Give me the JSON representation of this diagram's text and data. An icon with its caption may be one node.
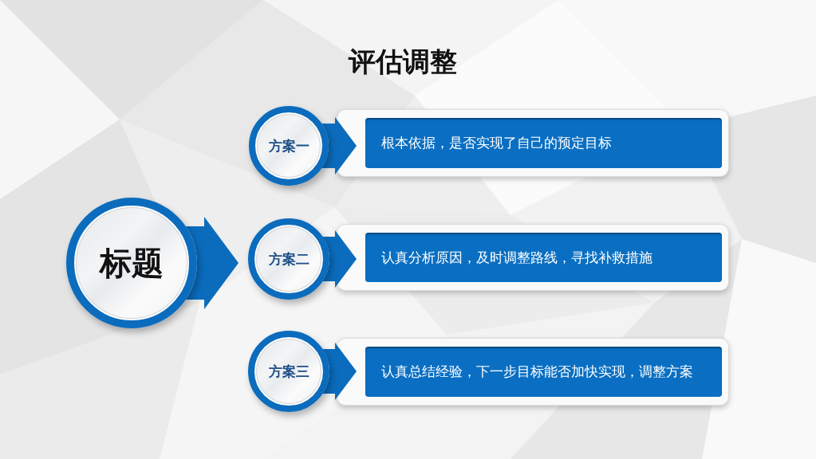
{
  "diagram": {
    "title": "评估调整",
    "nodes": [
      {
        "text": [
          "标题"
        ]
      },
      {
        "text": [
          "方案一"
        ]
      },
      {
        "text": [
          "根本依据，是否实现了自己的预定目标"
        ]
      },
      {
        "text": [
          "方案二"
        ]
      },
      {
        "text": [
          "认真分析原因，及时调整路线，寻找补救措施"
        ]
      },
      {
        "text": [
          "方案三"
        ]
      },
      {
        "text": [
          "认真总结经验，下一步目标能否加快实现，调整方案"
        ]
      }
    ],
    "edges": [
      {
        "from": 0,
        "to": 3,
        "arrow": "to"
      },
      {
        "from": 1,
        "to": 2,
        "arrow": "to"
      },
      {
        "from": 3,
        "to": 4,
        "arrow": "to"
      },
      {
        "from": 5,
        "to": 6,
        "arrow": "to"
      }
    ]
  }
}
